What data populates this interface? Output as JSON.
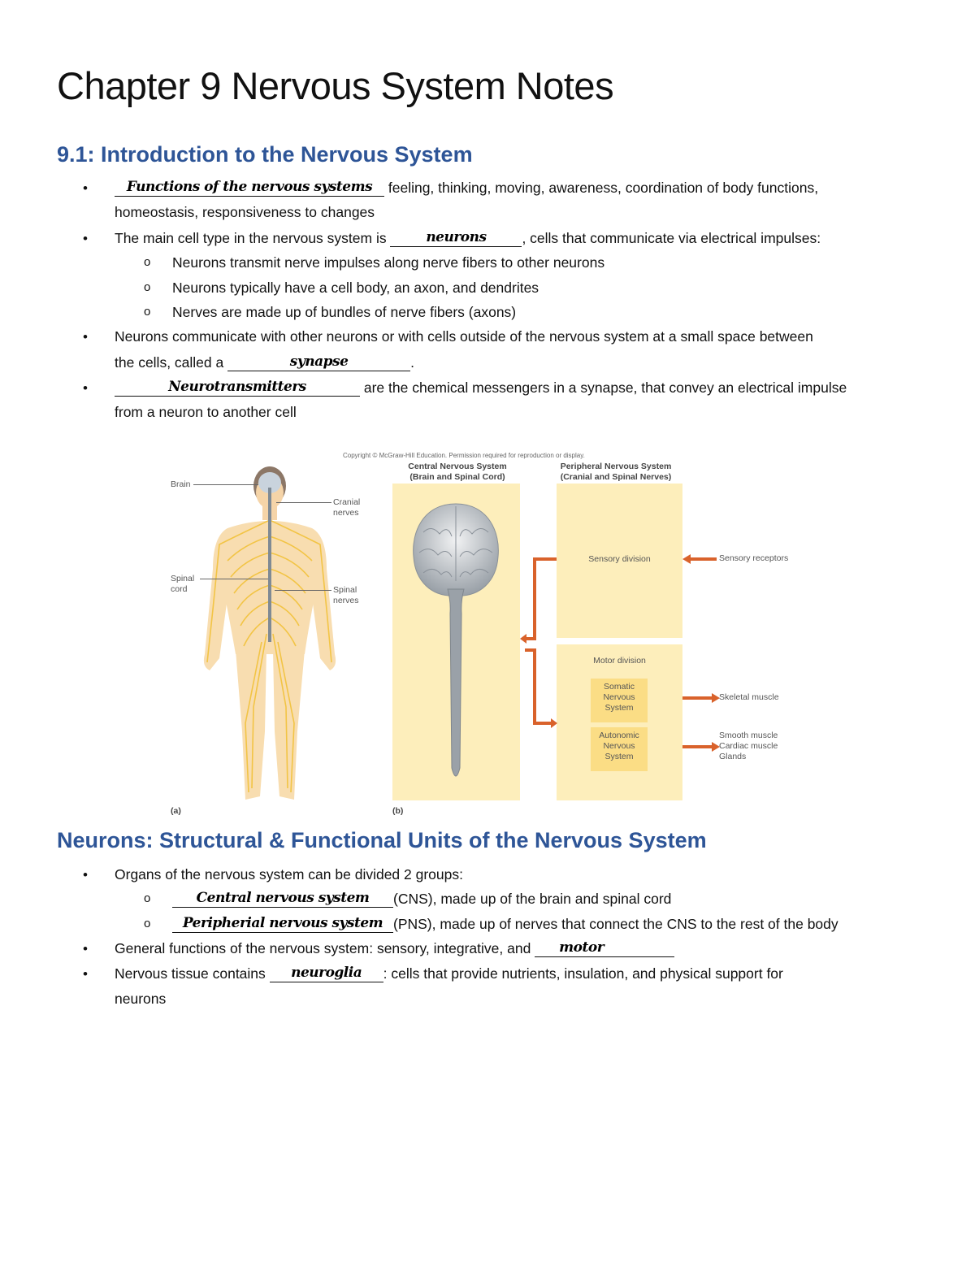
{
  "document": {
    "title": "Chapter 9 Nervous System Notes",
    "section1": {
      "heading": "9.1: Introduction to the Nervous System",
      "items": [
        {
          "answer": "Functions of the nervous systems",
          "text_after": " feeling, thinking, moving, awareness, coordination of body functions,",
          "continuation": "homeostasis, responsiveness to changes"
        },
        {
          "text_before": "The main cell type in the nervous system is ",
          "answer": "neurons",
          "text_after": ", cells that communicate via electrical impulses:",
          "sub_items": [
            "Neurons transmit nerve impulses along nerve fibers to other neurons",
            "Neurons typically have a cell body, an axon, and dendrites",
            "Nerves are made up of bundles of nerve fibers (axons)"
          ]
        },
        {
          "text_before": "Neurons communicate with other neurons or with cells outside of the nervous system at a small space between",
          "continuation_before": "the cells, called a ",
          "answer": "synapse",
          "text_after": "."
        },
        {
          "answer": "Neurotransmitters",
          "text_after": " are the chemical messengers in a synapse, that convey an electrical impulse",
          "continuation": "from a neuron to another cell"
        }
      ]
    },
    "figure": {
      "copyright": "Copyright © McGraw-Hill Education. Permission required for reproduction or display.",
      "part_a": {
        "label": "(a)",
        "callouts": {
          "brain": "Brain",
          "cranial_nerves_1": "Cranial",
          "cranial_nerves_2": "nerves",
          "spinal_cord_1": "Spinal",
          "spinal_cord_2": "cord",
          "spinal_nerves_1": "Spinal",
          "spinal_nerves_2": "nerves"
        }
      },
      "part_b": {
        "label": "(b)",
        "cns_heading_1": "Central Nervous System",
        "cns_heading_2": "(Brain and Spinal Cord)",
        "pns_heading_1": "Peripheral Nervous System",
        "pns_heading_2": "(Cranial and Spinal Nerves)",
        "sensory_division": "Sensory division",
        "sensory_receptors": "Sensory receptors",
        "motor_division": "Motor division",
        "somatic_1": "Somatic",
        "somatic_2": "Nervous",
        "somatic_3": "System",
        "autonomic_1": "Autonomic",
        "autonomic_2": "Nervous",
        "autonomic_3": "System",
        "skeletal_muscle": "Skeletal muscle",
        "smooth_muscle": "Smooth muscle",
        "cardiac_muscle": "Cardiac muscle",
        "glands": "Glands"
      },
      "colors": {
        "panel": "#fdeebb",
        "subpanel": "#fbdd85",
        "arrow": "#d9622b",
        "nerves": "#f2c23a",
        "skin": "#f8ddb0"
      }
    },
    "section2": {
      "heading": "Neurons: Structural & Functional Units of the Nervous System",
      "items": [
        {
          "text": "Organs of the nervous system can be divided 2 groups:",
          "sub_items": [
            {
              "answer": "Central nervous system",
              "text_after": "(CNS), made up of the brain and spinal cord"
            },
            {
              "answer": "Peripherial nervous system",
              "text_after": "(PNS), made up of nerves that connect the CNS to the rest of the body"
            }
          ]
        },
        {
          "text_before": "General functions of the nervous system:  sensory, integrative, and ",
          "answer": "motor"
        },
        {
          "text_before": "Nervous tissue contains ",
          "answer": "neuroglia",
          "text_after": ":  cells that provide nutrients, insulation, and physical support for",
          "continuation": "neurons"
        }
      ]
    },
    "bullets": {
      "filled": "•",
      "open": "o"
    },
    "colors": {
      "heading": "#2e5597",
      "text": "#111111"
    }
  }
}
